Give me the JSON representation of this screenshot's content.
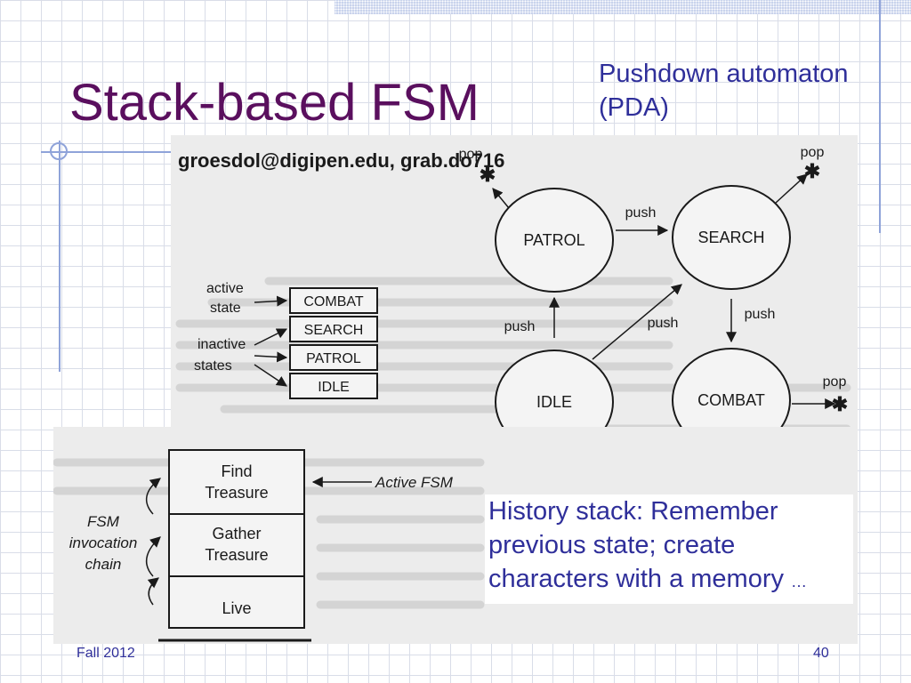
{
  "slide": {
    "title": "Stack-based FSM",
    "subtitle_line1": "Pushdown automaton",
    "subtitle_line2": "(PDA)",
    "caption_main": "History stack: Remember previous state; create characters with a memory ",
    "caption_ellipsis": "…",
    "footer_left": "Fall 2012",
    "footer_right": "40"
  },
  "pda_diagram": {
    "states": {
      "patrol": "PATROL",
      "search": "SEARCH",
      "idle": "IDLE",
      "combat": "COMBAT"
    },
    "labels": {
      "push_patrol_search": "push",
      "push_idle_patrol": "push",
      "push_idle_search": "push",
      "push_search_combat": "push",
      "pop_patrol": "pop",
      "pop_search": "pop",
      "pop_combat": "pop"
    },
    "stack": {
      "items": [
        "COMBAT",
        "SEARCH",
        "PATROL",
        "IDLE"
      ],
      "active_label_1": "active",
      "active_label_2": "state",
      "inactive_label_1": "inactive",
      "inactive_label_2": "states"
    },
    "background_text": {
      "email": "groesdol@digipen.edu, grab.do716"
    }
  },
  "history_diagram": {
    "stack_items": [
      {
        "line1": "Find",
        "line2": "Treasure"
      },
      {
        "line1": "Gather",
        "line2": "Treasure"
      },
      {
        "line1": "Live",
        "line2": ""
      }
    ],
    "active_label": "Active FSM",
    "side_label_1": "FSM",
    "side_label_2": "invocation",
    "side_label_3": "chain"
  },
  "colors": {
    "title": "#5a0f5e",
    "text_blue": "#2f2f9a",
    "grid": "#d9dde8",
    "accent_line": "#8fa3d9",
    "scan_bg": "#ececec"
  }
}
